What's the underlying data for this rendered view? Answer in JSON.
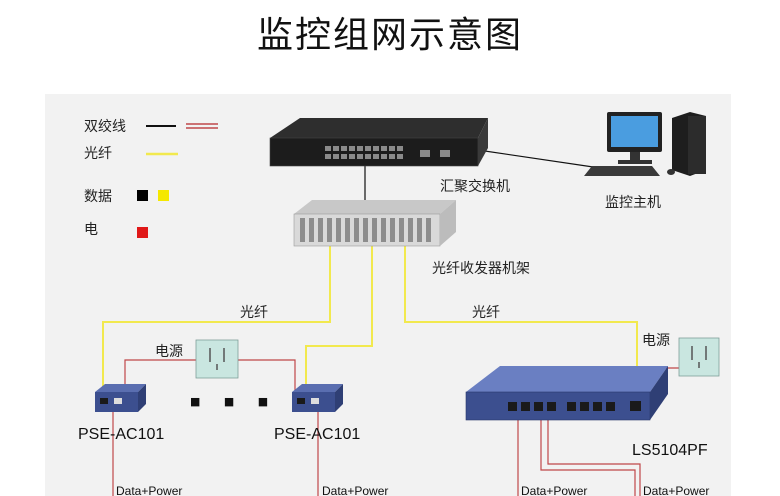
{
  "title": "监控组网示意图",
  "legend": {
    "twisted_pair": "双绞线",
    "fiber": "光纤",
    "data": "数据",
    "power": "电"
  },
  "devices": {
    "aggregation_switch": "汇聚交换机",
    "monitor_host": "监控主机",
    "fiber_rack": "光纤收发器机架",
    "pse_left": "PSE-AC101",
    "pse_mid": "PSE-AC101",
    "switch_right": "LS5104PF"
  },
  "labels": {
    "fiber_left": "光纤",
    "fiber_right": "光纤",
    "power_source_left": "电源",
    "power_source_right": "电源",
    "ellipsis": "■ ■ ■",
    "data_power_1": "Data+Power",
    "data_power_2": "Data+Power",
    "data_power_3": "Data+Power",
    "data_power_4": "Data+Power"
  },
  "colors": {
    "fiber": "#f2e94e",
    "black_line": "#111111",
    "power_line": "#c0474a",
    "data_black": "#000000",
    "data_yellow": "#f5e800",
    "power_red": "#e01818",
    "device_blue": "#3c4f8f",
    "outlet_fill": "#c9e6e0"
  }
}
